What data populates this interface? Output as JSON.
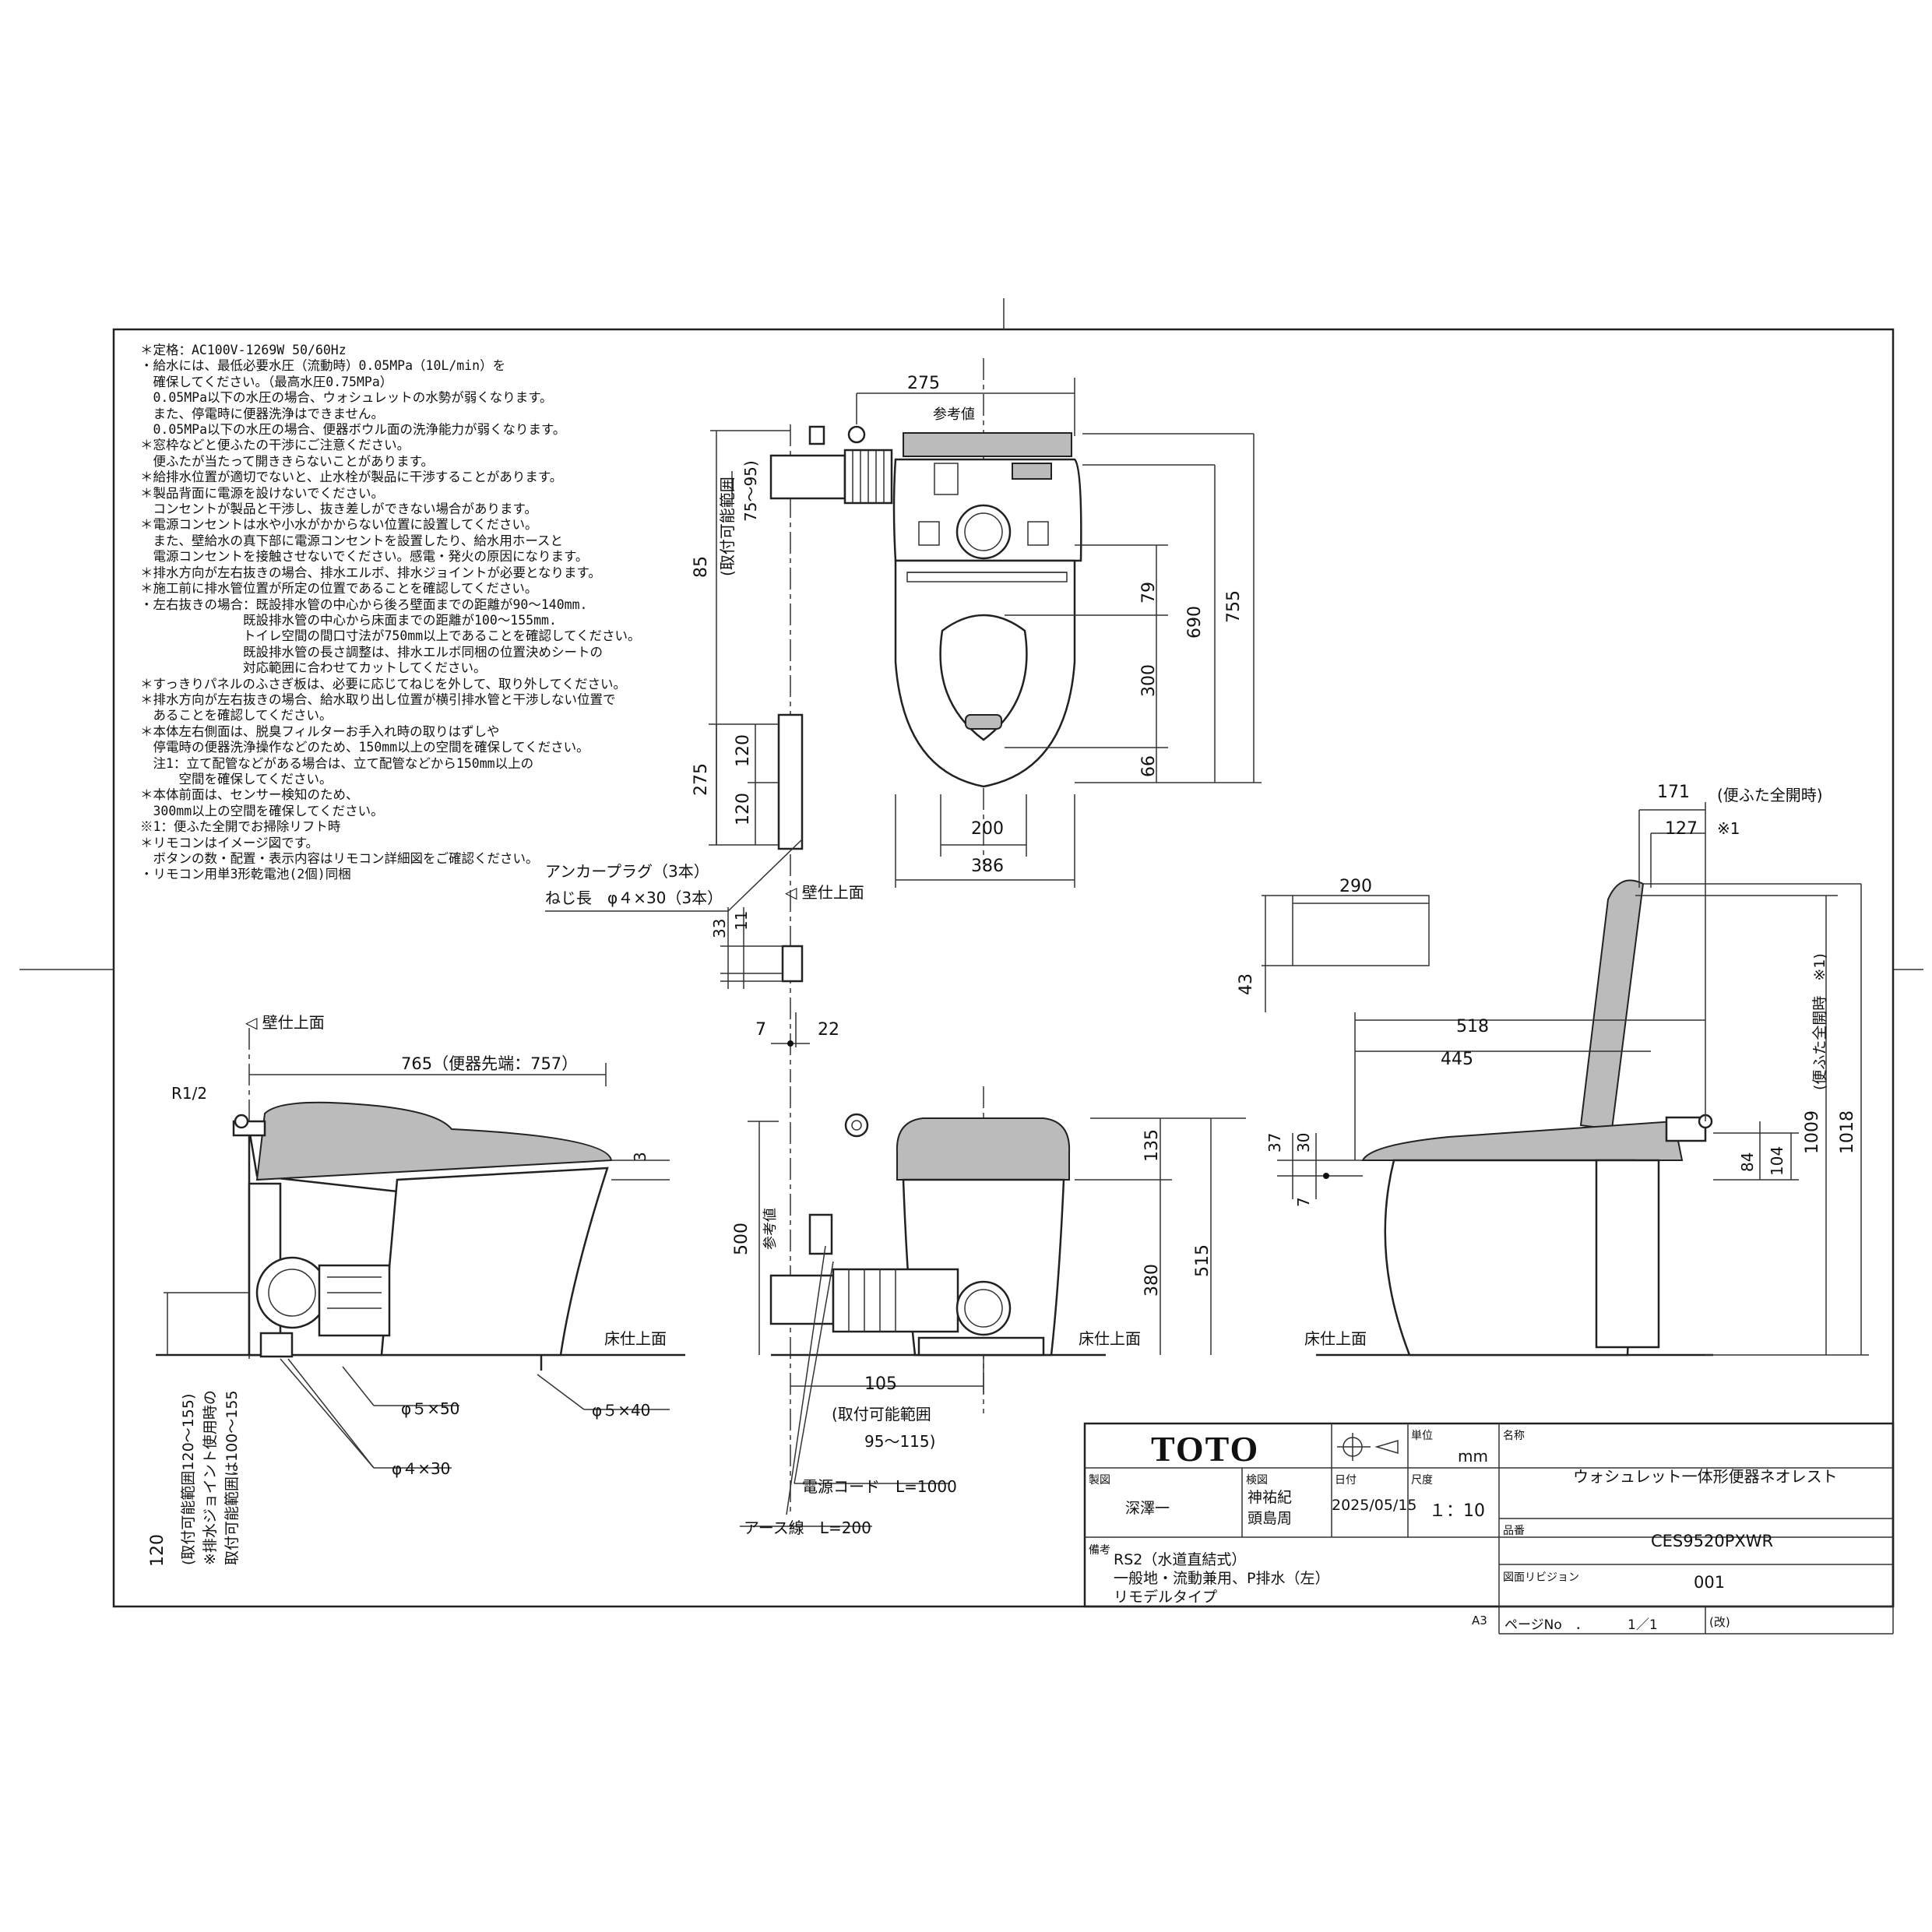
{
  "notes": [
    "＊定格：AC100V-1269W 50/60Hz",
    "・給水には、最低必要水圧（流動時）0.05MPa（10L/min）を",
    "　確保してください。（最高水圧0.75MPa）",
    "　0.05MPa以下の水圧の場合、ウォシュレットの水勢が弱くなります。",
    "　また、停電時に便器洗浄はできません。",
    "　0.05MPa以下の水圧の場合、便器ボウル面の洗浄能力が弱くなります。",
    "＊窓枠などと便ふたの干渉にご注意ください。",
    "　便ふたが当たって開ききらないことがあります。",
    "＊給排水位置が適切でないと、止水栓が製品に干渉することがあります。",
    "＊製品背面に電源を設けないでください。",
    "　コンセントが製品と干渉し、抜き差しができない場合があります。",
    "＊電源コンセントは水や小水がかからない位置に設置してください。",
    "　また、壁給水の真下部に電源コンセントを設置したり、給水用ホースと",
    "　電源コンセントを接触させないでください。感電・発火の原因になります。",
    "＊排水方向が左右抜きの場合、排水エルボ、排水ジョイントが必要となります。",
    "＊施工前に排水管位置が所定の位置であることを確認してください。",
    "・左右抜きの場合：既設排水管の中心から後ろ壁面までの距離が90～140mm.",
    "　　　　　　　　既設排水管の中心から床面までの距離が100～155mm.",
    "　　　　　　　　トイレ空間の間口寸法が750mm以上であることを確認してください。",
    "　　　　　　　　既設排水管の長さ調整は、排水エルボ同梱の位置決めシートの",
    "　　　　　　　　対応範囲に合わせてカットしてください。",
    "＊すっきりパネルのふさぎ板は、必要に応じてねじを外して、取り外してください。",
    "＊排水方向が左右抜きの場合、給水取り出し位置が横引排水管と干渉しない位置で",
    "　あることを確認してください。",
    "＊本体左右側面は、脱臭フィルターお手入れ時の取りはずしや",
    "　停電時の便器洗浄操作などのため、150mm以上の空間を確保してください。",
    "　注1：立て配管などがある場合は、立て配管などから150mm以上の",
    "　　　空間を確保してください。",
    "＊本体前面は、センサー検知のため、",
    "　300mm以上の空間を確保してください。",
    "※1：便ふた全開でお掃除リフト時",
    "＊リモコンはイメージ図です。",
    "　ボタンの数・配置・表示内容はリモコン詳細図をご確認ください。",
    "・リモコン用単3形乾電池(2個)同梱"
  ],
  "top_view": {
    "dims": {
      "d275_top": "275",
      "ref_value": "参考値",
      "d690": "690",
      "d755": "755",
      "d79": "79",
      "d300": "300",
      "d66": "66",
      "d200": "200",
      "d386": "386",
      "d85": "85",
      "d275_side": "275",
      "d120a": "120",
      "d120b": "120",
      "d33": "33",
      "d11": "11",
      "d7": "7",
      "d22": "22"
    },
    "range_label": "(取付可能範囲",
    "range_value": "75～95)",
    "anchor_label": "アンカープラグ（3本）",
    "screw_label": "ねじ長　φ４×30（3本）",
    "wall_label": "◁ 壁仕上面"
  },
  "side_view_left": {
    "wall_label": "◁ 壁仕上面",
    "d765": "765（便器先端：757）",
    "r12": "R1/2",
    "d3": "3",
    "floor_label": "床仕上面",
    "s5x50": "φ５×50",
    "s5x40": "φ５×40",
    "s4x30": "φ４×30",
    "d120": "120",
    "range1": "(取付可能範囲120～155)",
    "range2": "※排水ジョイント使用時の",
    "range3": "取付可能範囲は100～155"
  },
  "front_view": {
    "d135": "135",
    "d515": "515",
    "d380": "380",
    "d500": "500",
    "ref_value": "参考値",
    "floor_label": "床仕上面",
    "d105": "105",
    "range_label": "(取付可能範囲",
    "range_value": "95～115)",
    "cord_label": "電源コード　L=1000",
    "earth_label": "アース線　L=200"
  },
  "side_view_right": {
    "d171": "171",
    "lid_open": "(便ふた全開時)",
    "d127": "127",
    "mark1": "※1",
    "d290": "290",
    "d43": "43",
    "d518": "518",
    "d445": "445",
    "d1009": "1009",
    "d1018": "1018",
    "lid_full": "(便ふた全開時　※1)",
    "d104": "104",
    "d84": "84",
    "d37": "37",
    "d30": "30",
    "d7": "7",
    "floor_label": "床仕上面"
  },
  "title_block": {
    "brand": "TOTO",
    "unit_label": "単位",
    "unit": "mm",
    "name_label": "名称",
    "name": "ウォシュレット一体形便器ネオレスト",
    "drawn_label": "製図",
    "drawn": "深澤一",
    "checked_label": "検図",
    "checked1": "神祐紀",
    "checked2": "頭島周",
    "date_label": "日付",
    "date": "2025/05/15",
    "scale_label": "尺度",
    "scale": "１：10",
    "product_label": "品番",
    "product": "CES9520PXWR",
    "remarks_label": "備考",
    "remark1": "RS2（水道直結式）",
    "remark2": "一般地・流動兼用、P排水（左）",
    "remark3": "リモデルタイプ",
    "revision_label": "図面リビジョン",
    "revision": "001",
    "paper": "A3",
    "page_label": "ページNo　．",
    "page": "1／1",
    "page_suffix": "(改)"
  }
}
